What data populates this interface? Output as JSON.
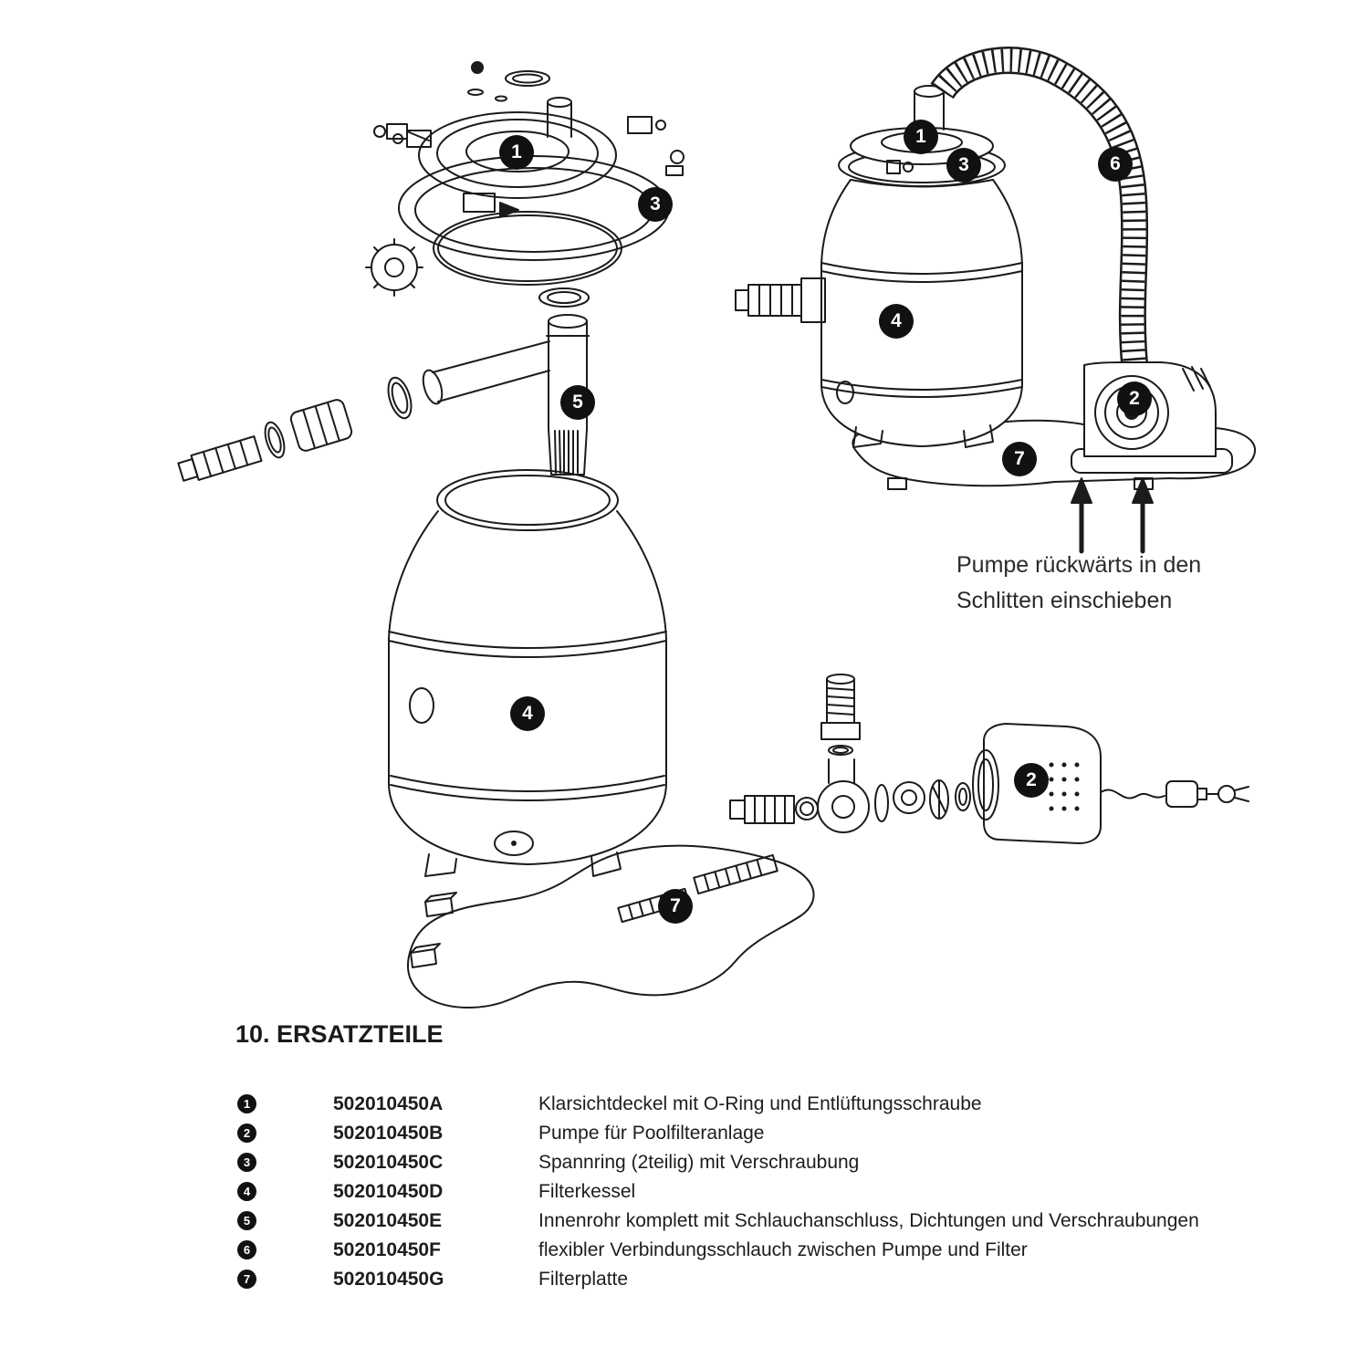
{
  "annotation": {
    "line1": "Pumpe rückwärts in den",
    "line2": "Schlitten einschieben"
  },
  "section_title": "10. ERSATZTEILE",
  "callouts": [
    {
      "id": "lid-exploded",
      "label": "1"
    },
    {
      "id": "clamp-exploded",
      "label": "3"
    },
    {
      "id": "standpipe-exploded",
      "label": "5"
    },
    {
      "id": "tank-exploded",
      "label": "4"
    },
    {
      "id": "plate-exploded",
      "label": "7"
    },
    {
      "id": "lid-assembled",
      "label": "1"
    },
    {
      "id": "clamp-assembled",
      "label": "3"
    },
    {
      "id": "hose-assembled",
      "label": "6"
    },
    {
      "id": "tank-assembled",
      "label": "4"
    },
    {
      "id": "pump-assembled",
      "label": "2"
    },
    {
      "id": "plate-assembled",
      "label": "7"
    },
    {
      "id": "pump-exploded",
      "label": "2"
    }
  ],
  "parts": [
    {
      "num": "1",
      "code": "502010450A",
      "desc": "Klarsichtdeckel mit O-Ring und Entlüftungsschraube"
    },
    {
      "num": "2",
      "code": "502010450B",
      "desc": "Pumpe für Poolfilteranlage"
    },
    {
      "num": "3",
      "code": "502010450C",
      "desc": "Spannring (2teilig) mit Verschraubung"
    },
    {
      "num": "4",
      "code": "502010450D",
      "desc": "Filterkessel"
    },
    {
      "num": "5",
      "code": "502010450E",
      "desc": "Innenrohr komplett mit Schlauchanschluss, Dichtungen und Verschraubungen"
    },
    {
      "num": "6",
      "code": "502010450F",
      "desc": "flexibler Verbindungsschlauch zwischen Pumpe und Filter"
    },
    {
      "num": "7",
      "code": "502010450G",
      "desc": "Filterplatte"
    }
  ]
}
